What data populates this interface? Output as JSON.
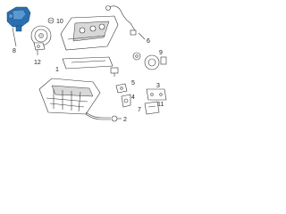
{
  "callouts": {
    "c1": "1",
    "c2": "2",
    "c3": "3",
    "c4": "4",
    "c5": "5",
    "c6": "6",
    "c7": "7",
    "c8": "8",
    "c9": "9",
    "c10": "10",
    "c11": "11",
    "c12": "12"
  },
  "colors": {
    "highlight": "#2a6fb0",
    "line": "#333333",
    "background": "#ffffff"
  }
}
